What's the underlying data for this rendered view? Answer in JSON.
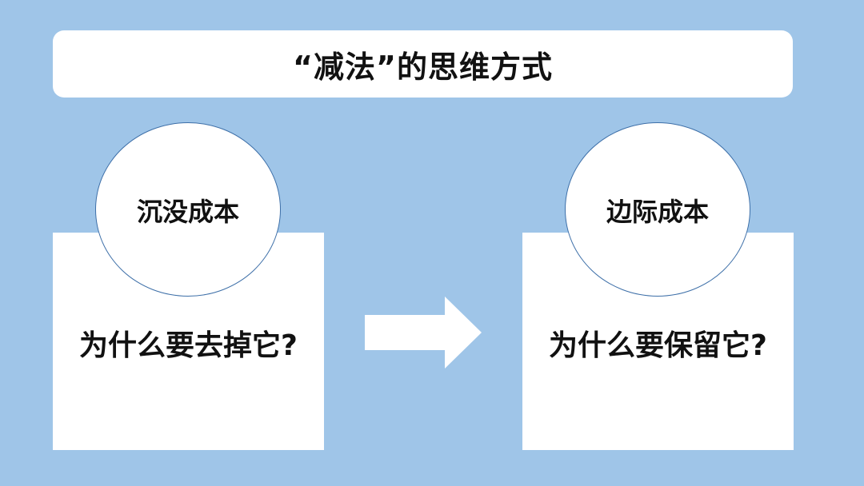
{
  "title": "“减法”的思维方式",
  "left": {
    "circle_label": "沉没成本",
    "question": "为什么要去掉它?"
  },
  "right": {
    "circle_label": "边际成本",
    "question": "为什么要保留它?"
  },
  "colors": {
    "background": "#9fc5e8",
    "card": "#ffffff",
    "circle_border": "#3d6fa8",
    "text": "#111111"
  },
  "icons": {
    "connector": "right-arrow-icon"
  }
}
